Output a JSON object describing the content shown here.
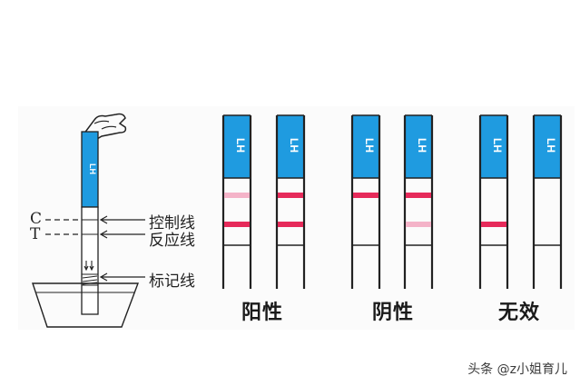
{
  "strip_label": "LH",
  "colors": {
    "blue": "#1f9be0",
    "line_strong": "#e62a5a",
    "line_faint": "#f4b3c8",
    "outline": "#222222"
  },
  "left_diagram": {
    "c_mark": "C",
    "t_mark": "T",
    "control_line_label": "控制线",
    "reaction_line_label": "反应线",
    "marker_line_label": "标记线"
  },
  "results": [
    {
      "label": "阳性",
      "strips": [
        {
          "c_line": "faint",
          "t_line": "strong"
        },
        {
          "c_line": "strong",
          "t_line": "strong"
        }
      ]
    },
    {
      "label": "阴性",
      "strips": [
        {
          "c_line": "strong",
          "t_line": "none"
        },
        {
          "c_line": "strong",
          "t_line": "faint"
        }
      ]
    },
    {
      "label": "无效",
      "strips": [
        {
          "c_line": "none",
          "t_line": "strong"
        },
        {
          "c_line": "none",
          "t_line": "none"
        }
      ]
    }
  ],
  "watermark": "头条 @z小姐育儿"
}
